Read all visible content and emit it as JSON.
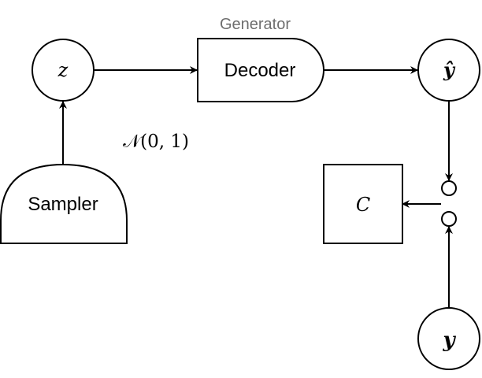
{
  "diagram": {
    "group_label": "Generator",
    "nodes": {
      "z": {
        "label": "z"
      },
      "decoder": {
        "label": "Decoder"
      },
      "y_hat": {
        "label": "ŷ"
      },
      "sampler": {
        "label": "Sampler"
      },
      "c": {
        "label": "C"
      },
      "y": {
        "label": "y"
      }
    },
    "edge_labels": {
      "sampler_to_z": "𝒩(0, 1)"
    },
    "colors": {
      "stroke": "#000000",
      "group_label": "#6e6e6e",
      "fill": "#ffffff"
    }
  }
}
